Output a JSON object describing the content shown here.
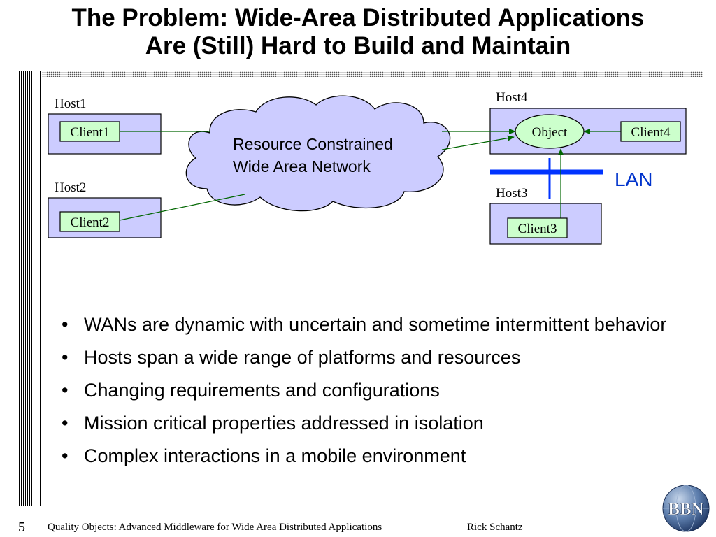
{
  "title": {
    "line1": "The Problem: Wide-Area Distributed Applications",
    "line2": "Are (Still) Hard to Build and Maintain"
  },
  "diagram": {
    "hosts": {
      "host1": "Host1",
      "host2": "Host2",
      "host3": "Host3",
      "host4": "Host4"
    },
    "clients": {
      "client1": "Client1",
      "client2": "Client2",
      "client3": "Client3",
      "client4": "Client4"
    },
    "object": "Object",
    "cloud": {
      "line1": "Resource Constrained",
      "line2": "Wide Area Network"
    },
    "lan": "LAN",
    "colors": {
      "host_fill": "#ccccff",
      "client_fill": "#ccffcc",
      "cloud_fill": "#ccccff",
      "arrow": "#006600",
      "lan": "#0033ff"
    }
  },
  "bullets": [
    "WANs are dynamic with uncertain and sometime intermittent behavior",
    "Hosts span a wide range of platforms and resources",
    "Changing requirements and configurations",
    "Mission critical properties addressed in isolation",
    "Complex interactions in a mobile environment"
  ],
  "footer": {
    "slide_number": "5",
    "text": "Quality Objects: Advanced Middleware for Wide Area Distributed Applications",
    "author": "Rick Schantz",
    "logo_text": "BBN"
  }
}
